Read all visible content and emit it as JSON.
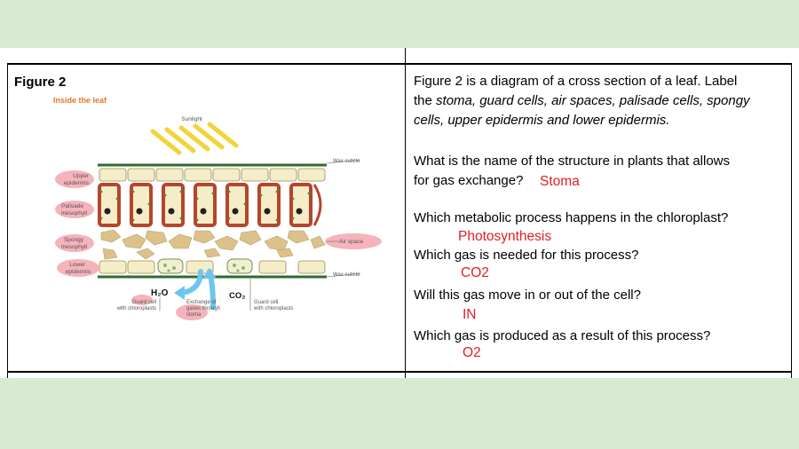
{
  "figure": {
    "title": "Figure 2",
    "subtitle": "Inside the leaf",
    "labels": {
      "sunlight": "Sunlight",
      "wax_cuticle_top": "Wax cuticle",
      "wax_cuticle_bottom": "Wax cuticle",
      "upper_epidermis": [
        "Upper",
        "epidermis"
      ],
      "palisade": [
        "Palisade",
        "mesophyll"
      ],
      "spongy": [
        "Spongy",
        "mesophyll"
      ],
      "lower_epidermis": [
        "Lower",
        "epidermis"
      ],
      "air_space": "Air space",
      "h2o": "H₂O",
      "co2": "CO₂",
      "guard_cell_left": [
        "Guard cell",
        "with chloroplasts"
      ],
      "exchange": [
        "Exchange of",
        "gases through",
        "stoma"
      ],
      "guard_cell_right": [
        "Guard cell",
        "with chloroplasts"
      ]
    },
    "highlight_color": "#f4a6b0",
    "cell_fill": "#f5ecc8",
    "palisade_border": "#b5452c",
    "chloroplast_color": "#4e8a3a",
    "spongy_fill": "#dcc28a",
    "arrow_color": "#6ec6ee",
    "sunlight_color": "#f2d43b"
  },
  "task": {
    "intro_line1": "Figure 2 is a diagram of a cross section of a leaf.  Label",
    "intro_line2": "the stoma, guard cells, air spaces, palisade cells, spongy",
    "intro_line3": "cells, upper epidermis and lower epidermis.",
    "q1_line1": "What is the name of the structure in plants that allows",
    "q1_line2": "for gas exchange?",
    "a1": "Stoma",
    "q2": "Which metabolic process happens in the chloroplast?",
    "a2": "Photosynthesis",
    "q3": "Which gas is needed for this process?",
    "a3": "CO2",
    "q4": "Will this gas move in or out of the cell?",
    "a4": "IN",
    "q5": "Which gas is produced as a result of this process?",
    "a5": "O2"
  }
}
